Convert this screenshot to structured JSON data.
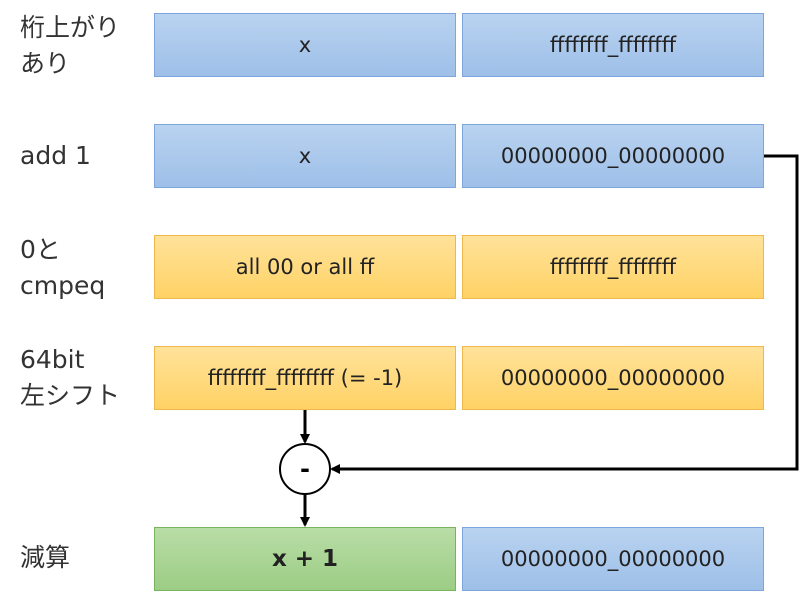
{
  "rows": [
    {
      "label": "桁上がり\nあり",
      "left": "x",
      "right": "ffffffff_ffffffff"
    },
    {
      "label": "add 1",
      "left": "x",
      "right": "00000000_00000000"
    },
    {
      "label": "0と\ncmpeq",
      "left": "all 00 or all ff",
      "right": "ffffffff_ffffffff"
    },
    {
      "label": "64bit\n左シフト",
      "left": "ffffffff_ffffffff (= -1)",
      "right": "00000000_00000000"
    },
    {
      "label": "減算",
      "left": "x + 1",
      "right": "00000000_00000000"
    }
  ],
  "operator": {
    "symbol": "-"
  },
  "colors": {
    "blue": "#9ebfe8",
    "orange": "#ffd265",
    "green": "#9ccd85",
    "arrow": "#000000"
  }
}
